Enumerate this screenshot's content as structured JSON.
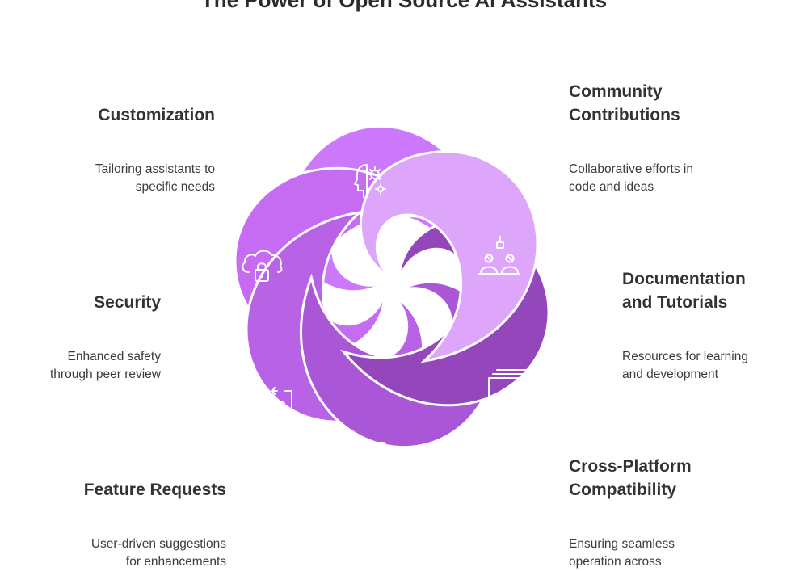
{
  "title": "The Power of Open Source AI Assistants",
  "colors": {
    "customization": "#dea6fb",
    "community": "#9447bb",
    "documentation": "#aa57d7",
    "cross_platform": "#b863e5",
    "feature_requests": "#c66cf3",
    "security": "#cc78fa",
    "icon": "#ffffff"
  },
  "items": {
    "customization": {
      "title": "Customization",
      "desc1": "Tailoring assistants to",
      "desc2": "specific needs",
      "icon": "head-gear-icon"
    },
    "security": {
      "title": "Security",
      "desc1": "Enhanced safety",
      "desc2": "through peer review",
      "icon": "cloud-lock-icon"
    },
    "feature_requests": {
      "title": "Feature Requests",
      "desc1": "User-driven suggestions",
      "desc2": "for enhancements",
      "icon": "users-chat-icon"
    },
    "community": {
      "title1": "Community",
      "title2": "Contributions",
      "desc1": "Collaborative efforts in",
      "desc2": "code and ideas",
      "icon": "team-desk-icon"
    },
    "documentation": {
      "title1": "Documentation",
      "title2": "and Tutorials",
      "desc1": "Resources for learning",
      "desc2": "and development",
      "icon": "documents-icon"
    },
    "cross_platform": {
      "title1": "Cross-Platform",
      "title2": "Compatibility",
      "desc1": "Ensuring seamless",
      "desc2": "operation across",
      "icon": "devices-icon"
    }
  }
}
